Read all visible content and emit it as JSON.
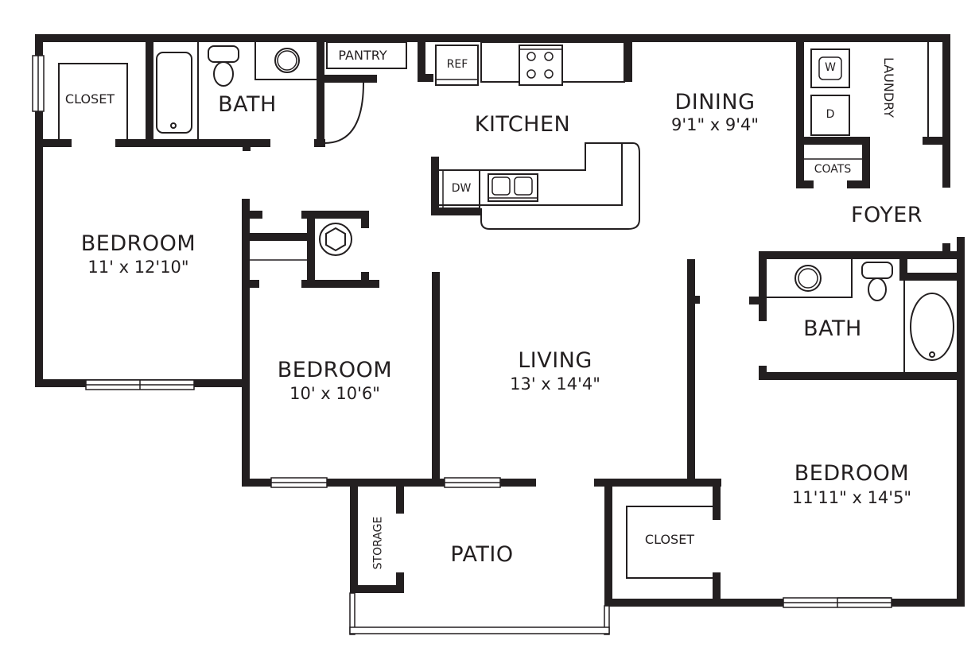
{
  "floorplan": {
    "colors": {
      "wall": "#231f20",
      "background": "#ffffff"
    },
    "rooms": [
      {
        "id": "closet-nw",
        "name": "CLOSET",
        "dim": ""
      },
      {
        "id": "bath-1",
        "name": "BATH",
        "dim": ""
      },
      {
        "id": "pantry",
        "name": "PANTRY",
        "dim": ""
      },
      {
        "id": "kitchen",
        "name": "KITCHEN",
        "dim": ""
      },
      {
        "id": "dining",
        "name": "DINING",
        "dim": "9'1\" x 9'4\""
      },
      {
        "id": "laundry",
        "name": "LAUNDRY",
        "dim": ""
      },
      {
        "id": "coats",
        "name": "COATS",
        "dim": ""
      },
      {
        "id": "foyer",
        "name": "FOYER",
        "dim": ""
      },
      {
        "id": "bedroom-1",
        "name": "BEDROOM",
        "dim": "11' x 12'10\""
      },
      {
        "id": "bedroom-2",
        "name": "BEDROOM",
        "dim": "10' x 10'6\""
      },
      {
        "id": "living",
        "name": "LIVING",
        "dim": "13' x 14'4\""
      },
      {
        "id": "bath-2",
        "name": "BATH",
        "dim": ""
      },
      {
        "id": "bedroom-3",
        "name": "BEDROOM",
        "dim": "11'11\" x 14'5\""
      },
      {
        "id": "closet-se",
        "name": "CLOSET",
        "dim": ""
      },
      {
        "id": "storage",
        "name": "STORAGE",
        "dim": ""
      },
      {
        "id": "patio",
        "name": "PATIO",
        "dim": ""
      }
    ],
    "appliances": {
      "refrigerator": "REF",
      "dishwasher": "DW",
      "washer": "W",
      "dryer": "D"
    }
  }
}
